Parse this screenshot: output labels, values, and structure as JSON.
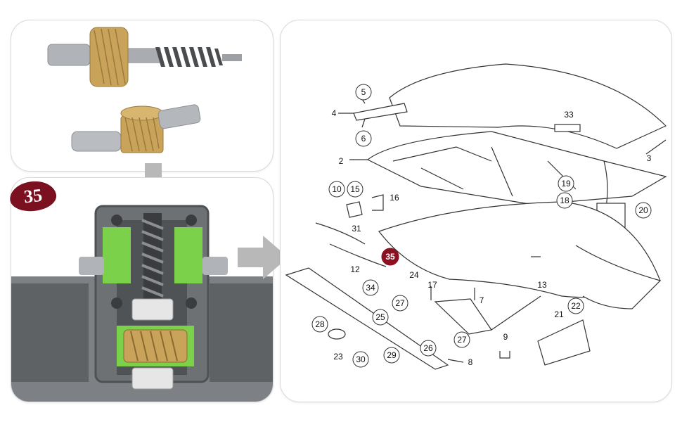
{
  "badge": {
    "label": "35"
  },
  "diagram": {
    "labels": {
      "n2": "2",
      "n3": "3",
      "n4": "4",
      "n5": "5",
      "n6": "6",
      "n7": "7",
      "n8": "8",
      "n9": "9",
      "n10": "10",
      "n12": "12",
      "n13": "13",
      "n15": "15",
      "n16": "16",
      "n17": "17",
      "n18": "18",
      "n19": "19",
      "n20": "20",
      "n21": "21",
      "n22": "22",
      "n23": "23",
      "n24": "24",
      "n25": "25",
      "n26": "26",
      "n27a": "27",
      "n27b": "27",
      "n28": "28",
      "n29": "29",
      "n30": "30",
      "n31": "31",
      "n33": "33",
      "n34": "34",
      "n35": "35"
    }
  },
  "colors": {
    "brass": "#c9a35a",
    "steel": "#a9adb2",
    "housing": "#6e7174",
    "green": "#7bd14a",
    "highlight": "#8b1020",
    "arrow": "#b8b8b8"
  }
}
